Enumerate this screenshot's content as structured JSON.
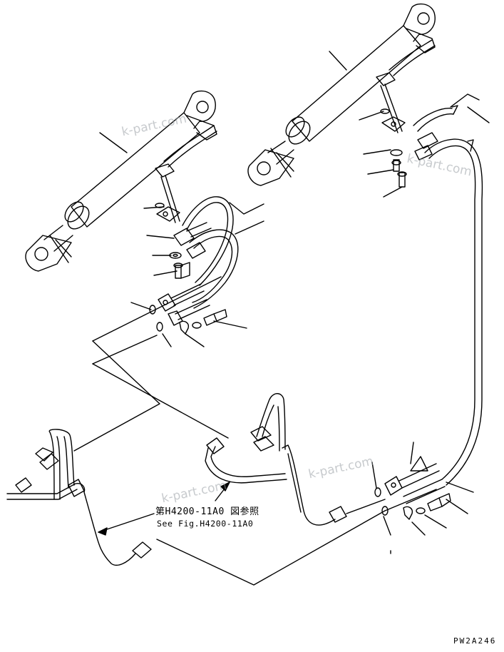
{
  "reference": {
    "jp": "第H4200-11A0 図参照",
    "en": "See Fig.H4200-11A0"
  },
  "diagram_code": "PW2A246",
  "watermarks": [
    "k-part.com",
    "k-part.com",
    "k-part.com",
    "k-part.com"
  ]
}
